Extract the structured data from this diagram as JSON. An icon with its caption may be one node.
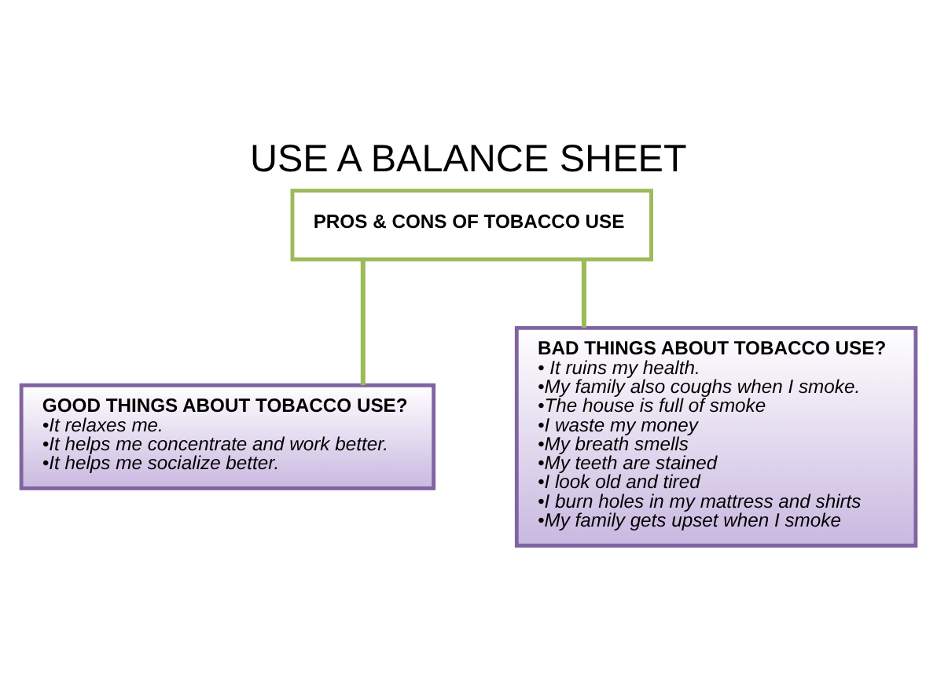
{
  "diagram": {
    "title": "USE A BALANCE SHEET",
    "nodes": [
      {
        "text": [
          "PROS & CONS OF TOBACCO USE"
        ]
      },
      {
        "text": [
          "GOOD THINGS ABOUT TOBACCO USE?",
          "•It relaxes me.",
          "•It helps me concentrate and work better.",
          "•It helps me socialize better."
        ]
      },
      {
        "text": [
          "BAD THINGS ABOUT TOBACCO USE?",
          "• It ruins my health.",
          "•My family also coughs when I smoke.",
          "•The house is full of smoke",
          "•I waste my money",
          "•My breath smells",
          "•My teeth are stained",
          "•I look old and tired",
          "•I burn holes in my mattress and shirts",
          "•My family gets upset when I smoke"
        ]
      }
    ],
    "edges": [
      {
        "from": 0,
        "to": 1,
        "arrow": "none"
      },
      {
        "from": 0,
        "to": 2,
        "arrow": "none"
      }
    ]
  }
}
